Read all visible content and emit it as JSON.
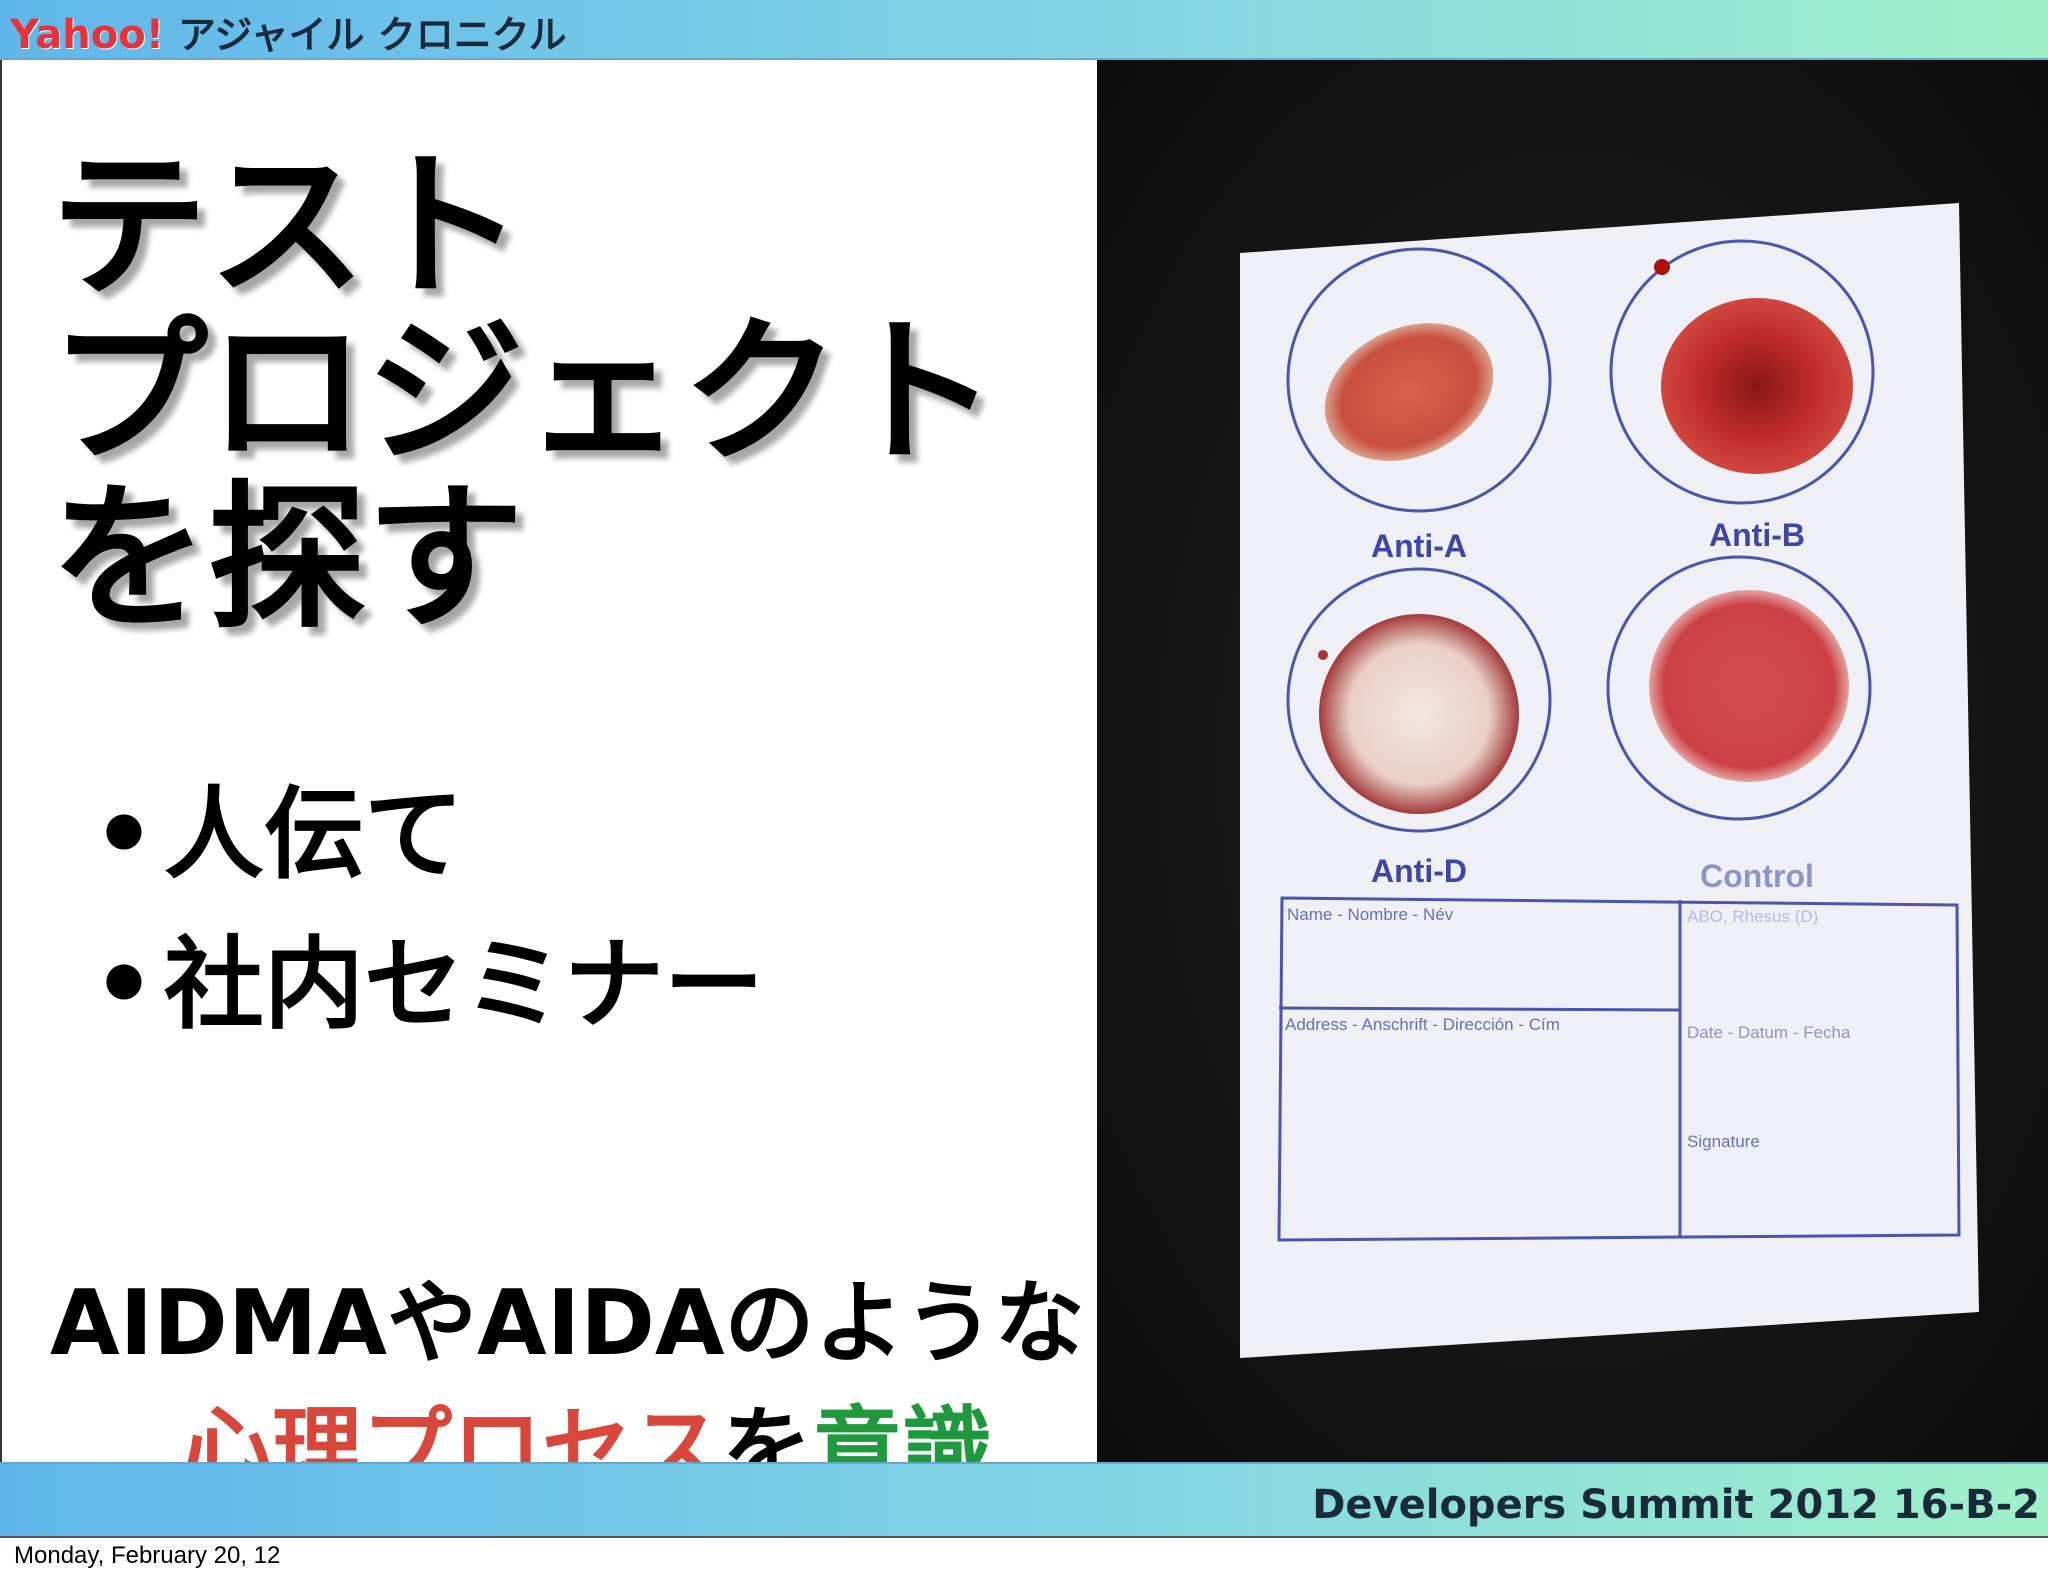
{
  "header": {
    "brand": "Yahoo!",
    "title": "アジャイル クロニクル"
  },
  "slide": {
    "title": "テスト\nプロジェクト\nを探す",
    "bullets": [
      "人伝て",
      "社内セミナー"
    ],
    "footnote_line1": "AIDMAやAIDAのような",
    "footnote_line2": {
      "red": "心理プロセス",
      "black": "を",
      "green": "意識"
    }
  },
  "card": {
    "labels": [
      "Anti-A",
      "Anti-B",
      "Anti-D",
      "Control"
    ],
    "form": {
      "name": "Name - Nombre - Név",
      "abo": "ABO, Rhesus (D)",
      "address": "Address - Anschrift - Dirección - Cím",
      "date": "Date - Datum - Fecha",
      "signature": "Signature"
    }
  },
  "footer": {
    "event": "Developers Summit 2012 16-B-2",
    "date": "Monday, February 20, 12"
  },
  "colors": {
    "accent_red": "#d9463a",
    "accent_green": "#1e9a3c",
    "brand_red": "#e8323a"
  }
}
